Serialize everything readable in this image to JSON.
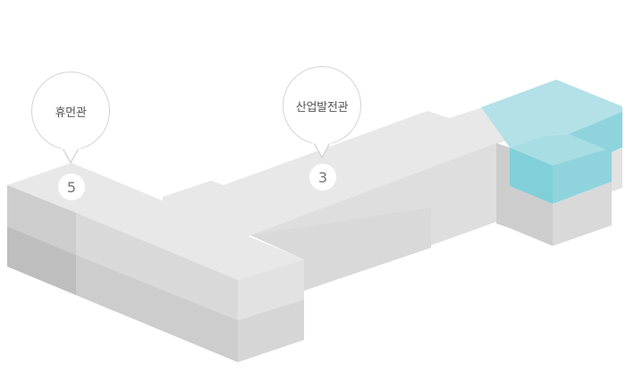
{
  "map": {
    "buildings": [
      {
        "id": "humanities-hall",
        "label": "휴먼관",
        "number": "5",
        "highlighted": false
      },
      {
        "id": "industry-development-hall",
        "label": "산업발전관",
        "number": "3",
        "highlighted": false
      },
      {
        "id": "highlighted-building",
        "highlighted": true
      }
    ]
  },
  "colors": {
    "top_face": "#e8e8e8",
    "left_face": "#cdcdcd",
    "right_face": "#d9d9d9",
    "dark_face": "#bebebe",
    "highlight_top": "#b3e1e7",
    "highlight_side": "#80cfd9",
    "bubble_border": "#d4d4d4",
    "label_text": "#555555",
    "number_text": "#777777"
  }
}
